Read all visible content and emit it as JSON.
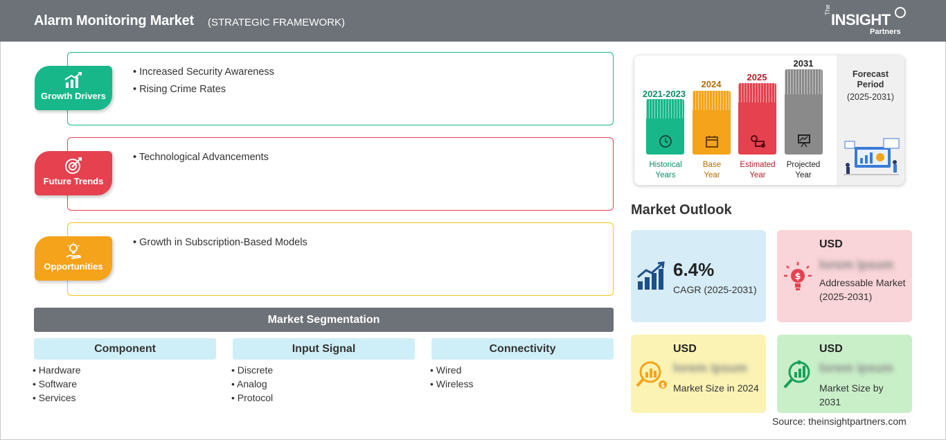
{
  "header": {
    "title": "Alarm Monitoring Market",
    "subtitle": "(STRATEGIC FRAMEWORK)",
    "logo_the": "The",
    "logo_insight": "INSIGHT",
    "logo_partners": "Partners"
  },
  "framework": [
    {
      "label": "Growth Drivers",
      "color": "#17b78a",
      "items": [
        "Increased Security Awareness",
        "Rising Crime Rates"
      ]
    },
    {
      "label": "Future Trends",
      "color": "#e5414f",
      "items": [
        "Technological Advancements"
      ]
    },
    {
      "label": "Opportunities",
      "color": "#f5a31a",
      "items": [
        "Growth in Subscription-Based Models"
      ]
    }
  ],
  "segmentation": {
    "title": "Market Segmentation",
    "columns": [
      {
        "header": "Component",
        "items": [
          "Hardware",
          "Software",
          "Services"
        ]
      },
      {
        "header": "Input Signal",
        "items": [
          "Discrete",
          "Analog",
          "Protocol"
        ]
      },
      {
        "header": "Connectivity",
        "items": [
          "Wired",
          "Wireless"
        ]
      }
    ]
  },
  "timeline": {
    "periods": [
      {
        "year": "2021-2023",
        "label1": "Historical",
        "label2": "Years",
        "color": "#17b78a",
        "year_color": "#0e8c6a"
      },
      {
        "year": "2024",
        "label1": "Base",
        "label2": "Year",
        "color": "#f5a31a",
        "year_color": "#b26d00"
      },
      {
        "year": "2025",
        "label1": "Estimated",
        "label2": "Year",
        "color": "#e5414f",
        "year_color": "#b0202c"
      },
      {
        "year": "2031",
        "label1": "Projected",
        "label2": "Year",
        "color": "#8a8a8a",
        "year_color": "#222222"
      }
    ],
    "forecast_label1": "Forecast",
    "forecast_label2": "Period",
    "forecast_range": "(2025-2031)"
  },
  "outlook": {
    "title": "Market Outlook",
    "cagr_value": "6.4%",
    "cagr_label": "CAGR (2025-2031)",
    "addressable_usd": "USD",
    "addressable_value": "lorem ipsum",
    "addressable_label": "Addressable Market (2025-2031)",
    "size2024_usd": "USD",
    "size2024_value": "lorem ipsum",
    "size2024_label": "Market Size in 2024",
    "size2031_usd": "USD",
    "size2031_value": "lorem ipsum",
    "size2031_label": "Market Size by 2031",
    "colors": {
      "cagr": "#d6ecf7",
      "addressable": "#f9d4d8",
      "size2024": "#fbf3b4",
      "size2031": "#c9efc9"
    }
  },
  "source": "Source: theinsightpartners.com"
}
